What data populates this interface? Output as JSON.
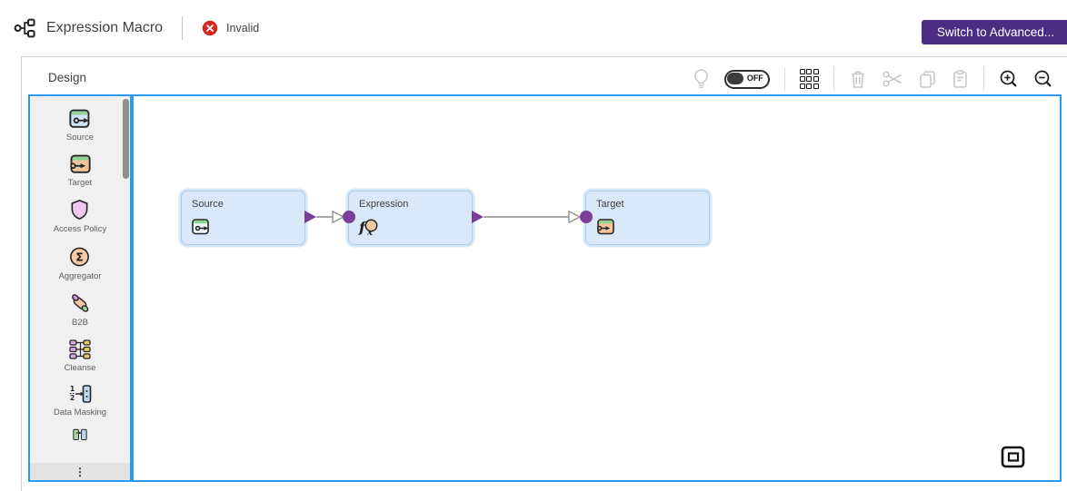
{
  "header": {
    "title": "Expression Macro",
    "status_label": "Invalid",
    "switch_button_label": "Switch to Advanced...",
    "icons": [
      "mapping-icon",
      "error-circle-x-icon"
    ]
  },
  "design": {
    "title": "Design",
    "toolbar": {
      "toggle_state": "OFF",
      "icons": [
        "lightbulb-icon",
        "validation-toggle",
        "grid-icon",
        "trash-icon",
        "scissors-icon",
        "copy-icon",
        "paste-icon",
        "zoom-in-icon",
        "zoom-out-icon"
      ]
    },
    "palette": {
      "items": [
        {
          "label": "Source",
          "icon": "source-icon"
        },
        {
          "label": "Target",
          "icon": "target-icon"
        },
        {
          "label": "Access Policy",
          "icon": "access-policy-shield-icon"
        },
        {
          "label": "Aggregator",
          "icon": "aggregator-sigma-icon"
        },
        {
          "label": "B2B",
          "icon": "b2b-handshake-icon"
        },
        {
          "label": "Cleanse",
          "icon": "cleanse-nodes-icon"
        },
        {
          "label": "Data Masking",
          "icon": "data-masking-icon"
        }
      ],
      "partial_item_icon": "clipped-transformation-icon",
      "more_glyph": "⋮"
    },
    "canvas": {
      "nodes": [
        {
          "label": "Source",
          "icon": "source-icon"
        },
        {
          "label": "Expression",
          "icon": "expression-fx-icon"
        },
        {
          "label": "Target",
          "icon": "target-icon"
        }
      ],
      "overview_icon": "minimap-icon"
    }
  },
  "colors": {
    "accent_purple": "#4b2e83",
    "port_purple": "#7b3f9b",
    "canvas_border_blue": "#2b9af3",
    "node_fill": "#d9e9fa",
    "error_red": "#d4281c",
    "palette_bg": "#f0f0f0"
  }
}
